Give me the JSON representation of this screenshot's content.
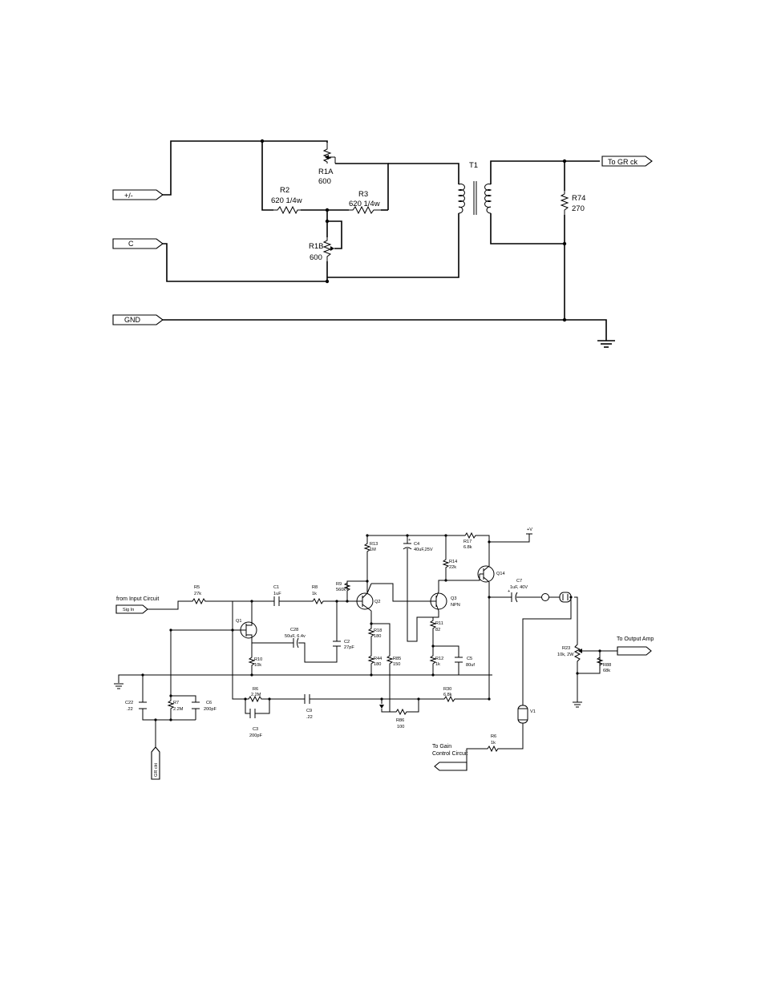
{
  "circuit_top": {
    "ports": {
      "pm": "+/-",
      "c": "C",
      "gnd": "GND",
      "out": "To GR ck"
    },
    "components": {
      "r1a": {
        "ref": "R1A",
        "value": "600"
      },
      "r2": {
        "ref": "R2",
        "value": "620 1/4w"
      },
      "r3": {
        "ref": "R3",
        "value": "620 1/4w"
      },
      "r1b": {
        "ref": "R1B",
        "value": "600"
      },
      "t1": {
        "ref": "T1"
      },
      "r74": {
        "ref": "R74",
        "value": "270"
      }
    }
  },
  "circuit_bottom": {
    "ports": {
      "from_input_label": "from Input Circuit",
      "sig_in": "Sig In",
      "gr_ckt": "GR ckt",
      "to_output_label": "To Output Amp",
      "to_gain_label_1": "To Gain",
      "to_gain_label_2": "Control Circuit",
      "vplus": "+V"
    },
    "components": {
      "r5": {
        "ref": "R5",
        "value": "27k"
      },
      "c1": {
        "ref": "C1",
        "value": "1uF"
      },
      "r8": {
        "ref": "R8",
        "value": "1k"
      },
      "r9": {
        "ref": "R9",
        "value": "560k"
      },
      "r13": {
        "ref": "R13",
        "value": "1M"
      },
      "c4": {
        "ref": "C4",
        "value": "40uF,25V"
      },
      "r17": {
        "ref": "R17",
        "value": "6.8k"
      },
      "r14": {
        "ref": "R14",
        "value": "22k"
      },
      "q1": {
        "ref": "Q1"
      },
      "q2": {
        "ref": "Q2"
      },
      "q3": {
        "ref": "Q3",
        "type": "NPN"
      },
      "q14": {
        "ref": "Q14"
      },
      "c7": {
        "ref": "C7",
        "value": "1uF, 40V"
      },
      "c28": {
        "ref": "C28",
        "value": "50uF, 6.4v"
      },
      "c2": {
        "ref": "C2",
        "value": "27pF"
      },
      "r18": {
        "ref": "R18",
        "value": "180"
      },
      "r11": {
        "ref": "R11",
        "value": "82"
      },
      "r10": {
        "ref": "R10",
        "value": "10k"
      },
      "r44": {
        "ref": "R44",
        "value": "180"
      },
      "r85": {
        "ref": "R85",
        "value": "150"
      },
      "r12": {
        "ref": "R12",
        "value": "1k"
      },
      "c5": {
        "ref": "C5",
        "value": "80uf"
      },
      "r23": {
        "ref": "R23",
        "value": "10k, 2W"
      },
      "r88": {
        "ref": "R88",
        "value": "68k"
      },
      "c22": {
        "ref": "C22",
        "value": ".22"
      },
      "r7": {
        "ref": "R7",
        "value": "2.2M"
      },
      "c6": {
        "ref": "C6",
        "value": "200pF"
      },
      "r6": {
        "ref": "R6",
        "value": "2.2M"
      },
      "c3": {
        "ref": "C3",
        "value": "200pF"
      },
      "c9": {
        "ref": "C9",
        "value": ".22"
      },
      "r30": {
        "ref": "R30",
        "value": "6.8k"
      },
      "r86": {
        "ref": "R86",
        "value": "100"
      },
      "v1": {
        "ref": "V1"
      },
      "r6b": {
        "ref": "R6",
        "value": "1k"
      }
    }
  }
}
